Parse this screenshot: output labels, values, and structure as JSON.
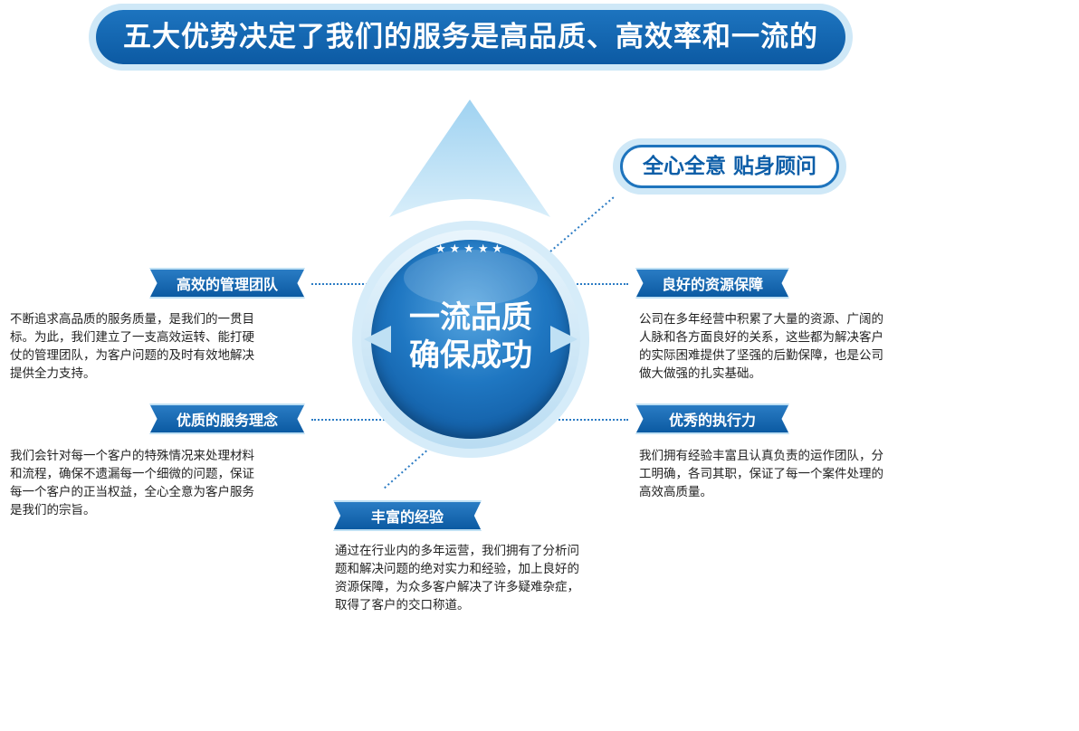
{
  "banner": {
    "title": "五大优势决定了我们的服务是高品质、高效率和一流的"
  },
  "slogan": {
    "text": "全心全意  贴身顾问"
  },
  "center": {
    "line1": "一流品质",
    "line2": "确保成功",
    "stars": "★★★★★"
  },
  "colors": {
    "primary": "#1466b0",
    "light": "#cfe8f7"
  },
  "items": [
    {
      "title": "高效的管理团队",
      "text": "不断追求高品质的服务质量，是我们的一贯目\n标。为此，我们建立了一支高效运转、能打硬\n仗的管理团队，为客户问题的及时有效地解决\n提供全力支持。"
    },
    {
      "title": "优质的服务理念",
      "text": "我们会针对每一个客户的特殊情况来处理材料\n和流程，确保不遗漏每一个细微的问题，保证\n每一个客户的正当权益，全心全意为客户服务\n是我们的宗旨。"
    },
    {
      "title": "丰富的经验",
      "text": "通过在行业内的多年运营，我们拥有了分析问\n题和解决问题的绝对实力和经验，加上良好的\n资源保障，为众多客户解决了许多疑难杂症，\n取得了客户的交口称道。"
    },
    {
      "title": "良好的资源保障",
      "text": "公司在多年经营中积累了大量的资源、广阔的\n人脉和各方面良好的关系，这些都为解决客户\n的实际困难提供了坚强的后勤保障，也是公司\n做大做强的扎实基础。"
    },
    {
      "title": "优秀的执行力",
      "text": "我们拥有经验丰富且认真负责的运作团队，分\n工明确，各司其职，保证了每一个案件处理的\n高效高质量。"
    }
  ]
}
